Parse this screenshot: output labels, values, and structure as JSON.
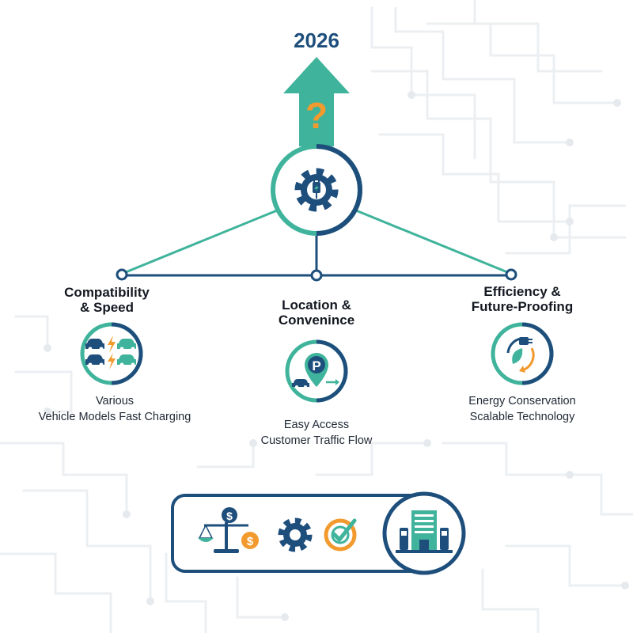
{
  "year": "2026",
  "hub": {
    "question_mark": "?",
    "arrow_icon": "up-arrow-icon",
    "center_icon": "gear-plug-icon"
  },
  "pillars": [
    {
      "heading_lines": [
        "Compatibility",
        "& Speed"
      ],
      "icon": "cars-lightning-icon",
      "description_lines": [
        "Various",
        "Vehicle Models Fast Charging"
      ]
    },
    {
      "heading_lines": [
        "Location &",
        "Convenince"
      ],
      "icon": "parking-pin-icon",
      "parking_letter": "P",
      "description_lines": [
        "Easy Access",
        "Customer Traffic Flow"
      ]
    },
    {
      "heading_lines": [
        "Efficiency &",
        "Future-Proofing"
      ],
      "icon": "plug-leaf-cycle-icon",
      "description_lines": [
        "Energy Conservation",
        "Scalable Technology"
      ]
    }
  ],
  "bottom_bar": {
    "dollar_symbol": "$",
    "icons": [
      "balance-scale-dollar-icon",
      "gear-icon",
      "check-badge-icon",
      "building-chargers-icon"
    ]
  },
  "colors": {
    "teal": "#3fb39b",
    "navy": "#1e4f7c",
    "orange": "#f29a2e",
    "circuit": "#eef1f3"
  }
}
